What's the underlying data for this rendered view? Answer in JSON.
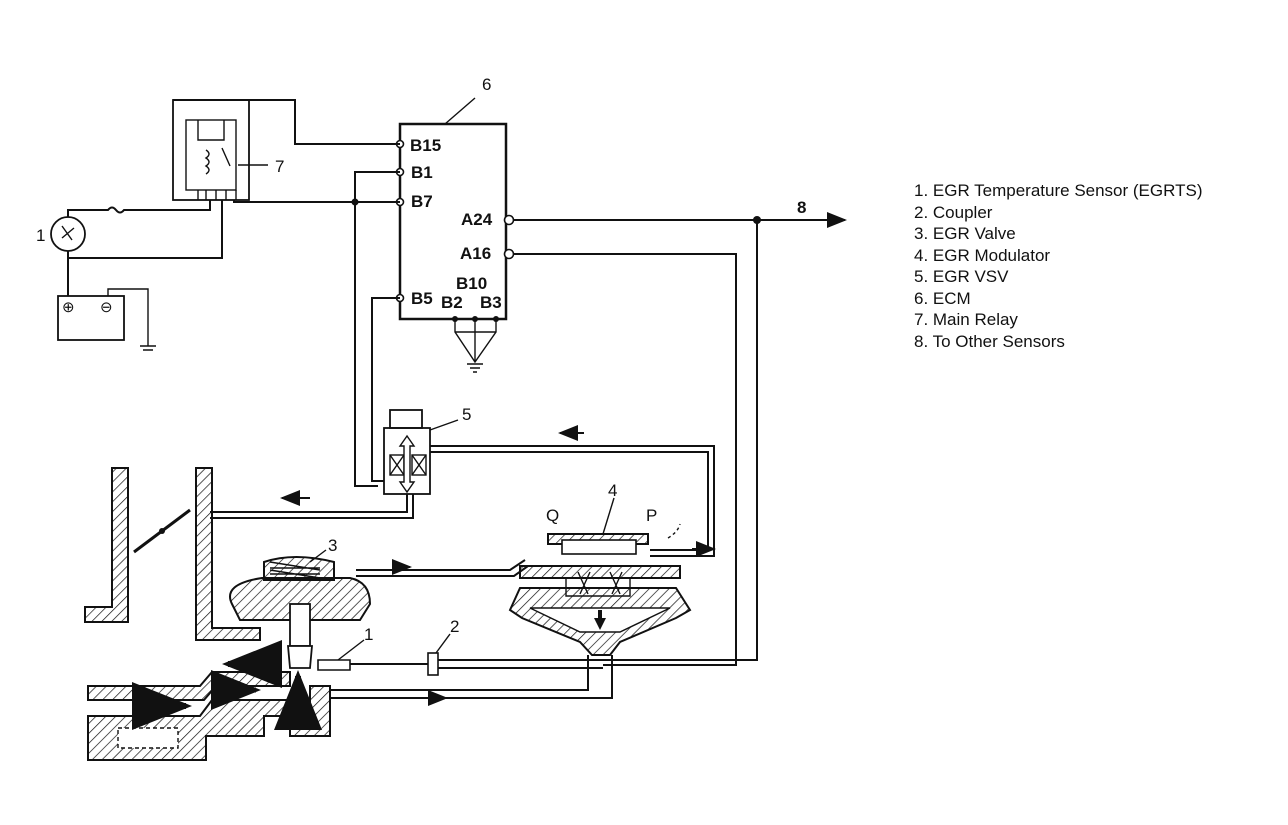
{
  "callouts": {
    "c1": "1",
    "c1b": "1",
    "c2": "2",
    "c3": "3",
    "c4": "4",
    "c5": "5",
    "c6": "6",
    "c7": "7",
    "c8": "8"
  },
  "ecm_pins": {
    "b15": "B15",
    "b1": "B1",
    "b7": "B7",
    "b5": "B5",
    "a24": "A24",
    "a16": "A16",
    "b10": "B10",
    "b2": "B2",
    "b3": "B3"
  },
  "ports": {
    "q": "Q",
    "p": "P"
  },
  "battery": {
    "plus": "⊕",
    "minus": "⊖"
  },
  "legend": [
    "1. EGR Temperature Sensor (EGRTS)",
    "2. Coupler",
    "3. EGR Valve",
    "4. EGR Modulator",
    "5. EGR VSV",
    "6. ECM",
    "7. Main Relay",
    "8. To Other Sensors"
  ]
}
